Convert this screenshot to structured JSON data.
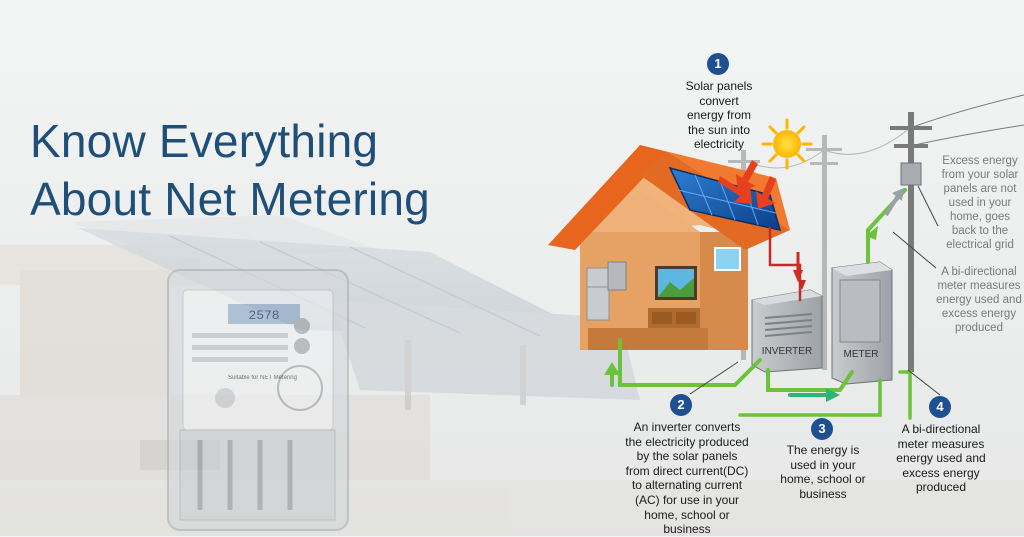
{
  "title": {
    "line1": "Know Everything",
    "line2": "About Net Metering"
  },
  "meter_photo": {
    "label_net": "Suitable for NET Metering",
    "readout": "2578"
  },
  "house": {
    "inverter_label": "INVERTER",
    "meter_label": "METER"
  },
  "steps": [
    {
      "number": "1",
      "text": "Solar panels convert energy from the sun into electricity"
    },
    {
      "number": "2",
      "text": "An inverter converts the electricity produced by the solar panels from direct current(DC) to alternating current (AC) for use in your home, school or business"
    },
    {
      "number": "3",
      "text": "The energy is used in your home, school or business"
    },
    {
      "number": "4",
      "text": "A bi-directional meter measures energy used and excess energy produced"
    }
  ],
  "side_notes": {
    "excess": "Excess energy from your solar panels are not used in your home, goes back to the electrical grid",
    "bidirectional": "A bi-directional meter measures energy used and excess energy produced"
  },
  "colors": {
    "title": "#1f4e79",
    "step_badge": "#1e4f92",
    "roof": "#e8651e",
    "wall": "#e4a060",
    "wire_green": "#6cc23a",
    "arrow_red": "#d42a1e"
  }
}
